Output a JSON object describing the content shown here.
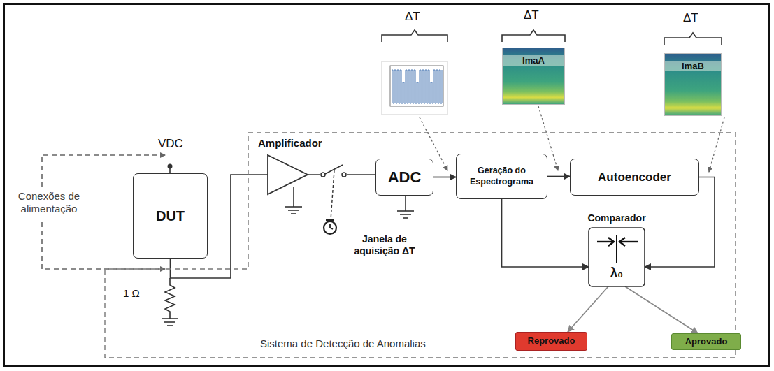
{
  "diagram": {
    "nodes": [
      {
        "text": [
          "DUT"
        ]
      },
      {
        "text": [
          "Sistema de Detecção de Anomalias"
        ]
      },
      {
        "text": [
          "Amplificador"
        ],
        "in": 1
      },
      {
        "text": [
          "ADC"
        ],
        "in": 1
      },
      {
        "text": [
          "Geração do Espectrograma"
        ],
        "in": 1
      },
      {
        "text": [
          "Autoencoder"
        ],
        "in": 1
      },
      {
        "text": [
          "Comparador",
          "λ₀"
        ],
        "in": 1
      },
      {
        "text": [
          "Reprovado"
        ],
        "in": 1
      },
      {
        "text": [
          "Aprovado"
        ],
        "in": 1
      },
      {
        "text": [
          "ImaA"
        ]
      },
      {
        "text": [
          "ImaB"
        ]
      }
    ],
    "edges": [
      {
        "from": 0,
        "to": 2,
        "arrow": "none"
      },
      {
        "from": 2,
        "to": 3,
        "arrow": "none"
      },
      {
        "from": 3,
        "to": 4,
        "arrow": "to"
      },
      {
        "from": 4,
        "to": 5,
        "arrow": "to"
      },
      {
        "from": 4,
        "to": 6,
        "arrow": "to"
      },
      {
        "from": 5,
        "to": 6,
        "arrow": "to"
      },
      {
        "from": 6,
        "to": 7,
        "arrow": "to"
      },
      {
        "from": 6,
        "to": 8,
        "arrow": "to"
      }
    ],
    "labels": [
      "VDC",
      "Conexões de alimentação",
      "1 Ω",
      "Janela de aquisição ΔT",
      "ΔT",
      "ΔT",
      "ΔT"
    ]
  }
}
